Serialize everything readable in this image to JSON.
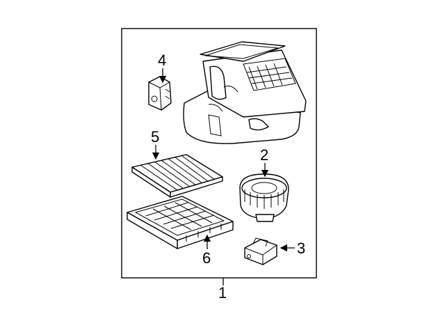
{
  "diagram": {
    "callouts": [
      {
        "id": "1",
        "text": "1"
      },
      {
        "id": "2",
        "text": "2"
      },
      {
        "id": "3",
        "text": "3"
      },
      {
        "id": "4",
        "text": "4"
      },
      {
        "id": "5",
        "text": "5"
      },
      {
        "id": "6",
        "text": "6"
      }
    ],
    "parts": [
      {
        "id": "1",
        "semantic": "heater-blower-assembly"
      },
      {
        "id": "2",
        "semantic": "blower-motor"
      },
      {
        "id": "3",
        "semantic": "blower-resistor"
      },
      {
        "id": "4",
        "semantic": "servo-actuator"
      },
      {
        "id": "5",
        "semantic": "cabin-air-filter-element"
      },
      {
        "id": "6",
        "semantic": "filter-housing-tray"
      }
    ]
  }
}
